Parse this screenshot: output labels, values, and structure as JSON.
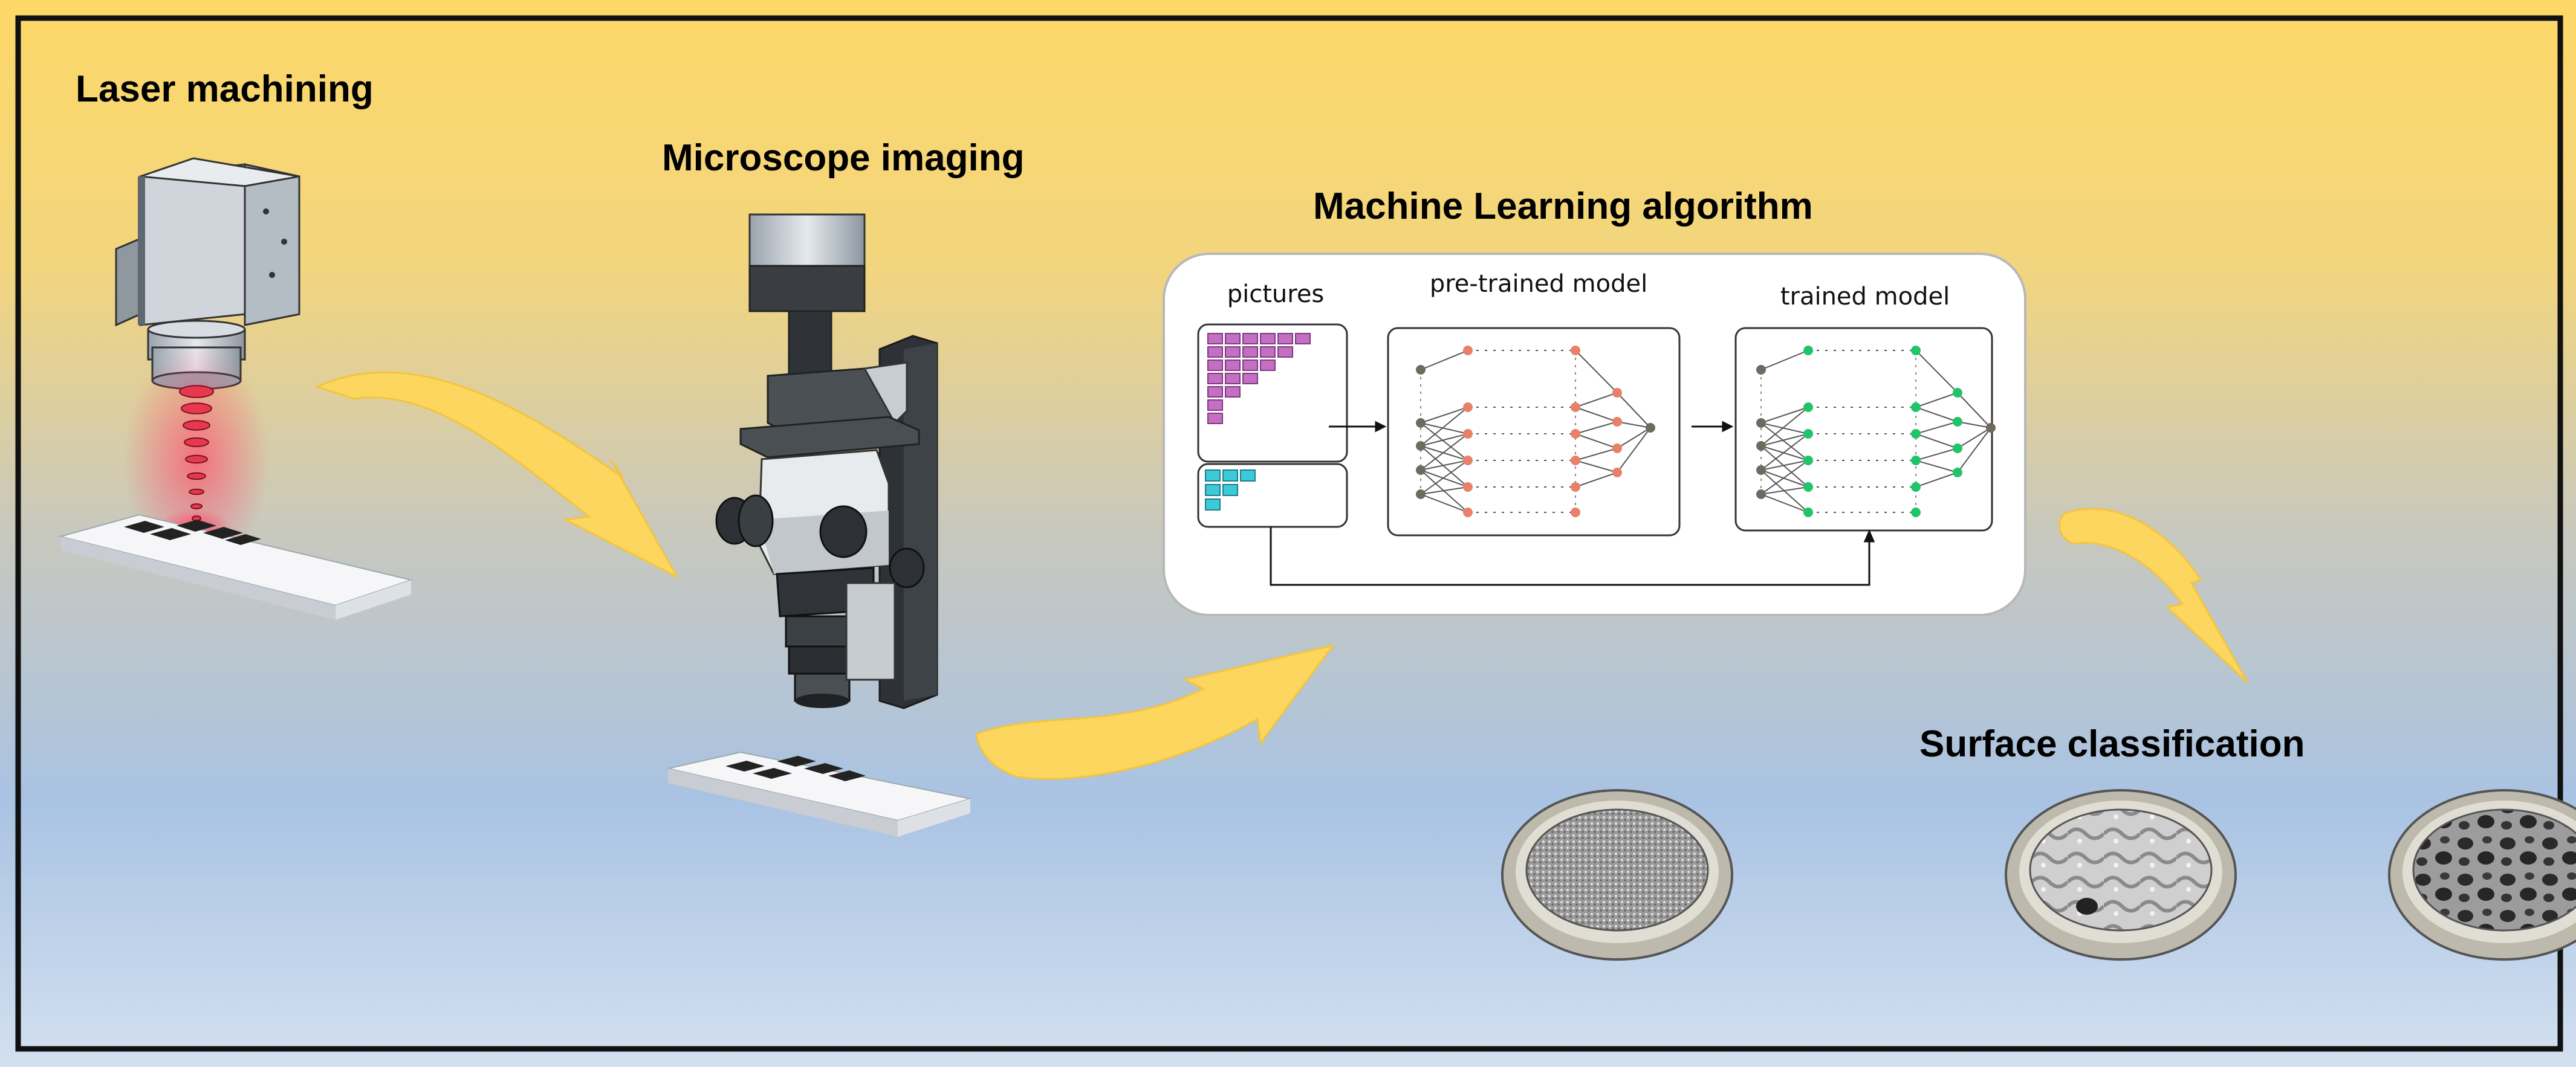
{
  "colors": {
    "bg_top": "#FDD868",
    "bg_mid": "#C9C6B8",
    "bg_bottom": "#CFDDF0",
    "arrow": "#FDD660",
    "laser": "#E8384F",
    "picture_pink": "#C56FC2",
    "picture_cyan": "#3CC9D9",
    "node_orange": "#E8806A",
    "node_green": "#22C46A",
    "node_gray": "#6E6A60"
  },
  "stages": {
    "laser": {
      "title": "Laser machining"
    },
    "microscope": {
      "title": "Microscope imaging"
    },
    "ml": {
      "title": "Machine Learning algorithm",
      "pictures_label": "pictures",
      "pretrained_label": "pre-trained model",
      "trained_label": "trained model"
    },
    "surface": {
      "title": "Surface classification",
      "samples": [
        "fine-texture-sample",
        "wavy-texture-sample",
        "porous-texture-sample"
      ]
    }
  }
}
